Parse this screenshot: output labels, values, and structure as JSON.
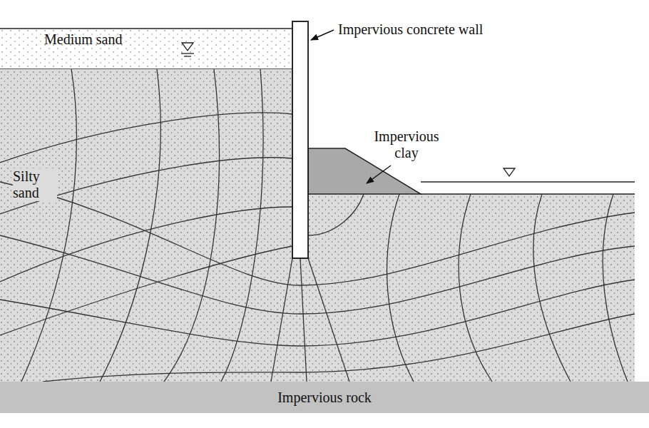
{
  "diagram": {
    "nodes": [
      {
        "text": [
          "Medium sand"
        ]
      },
      {
        "text": [
          "Impervious rock"
        ]
      }
    ],
    "labels": [
      "Impervious concrete wall",
      "Impervious clay",
      "Silty sand"
    ]
  }
}
